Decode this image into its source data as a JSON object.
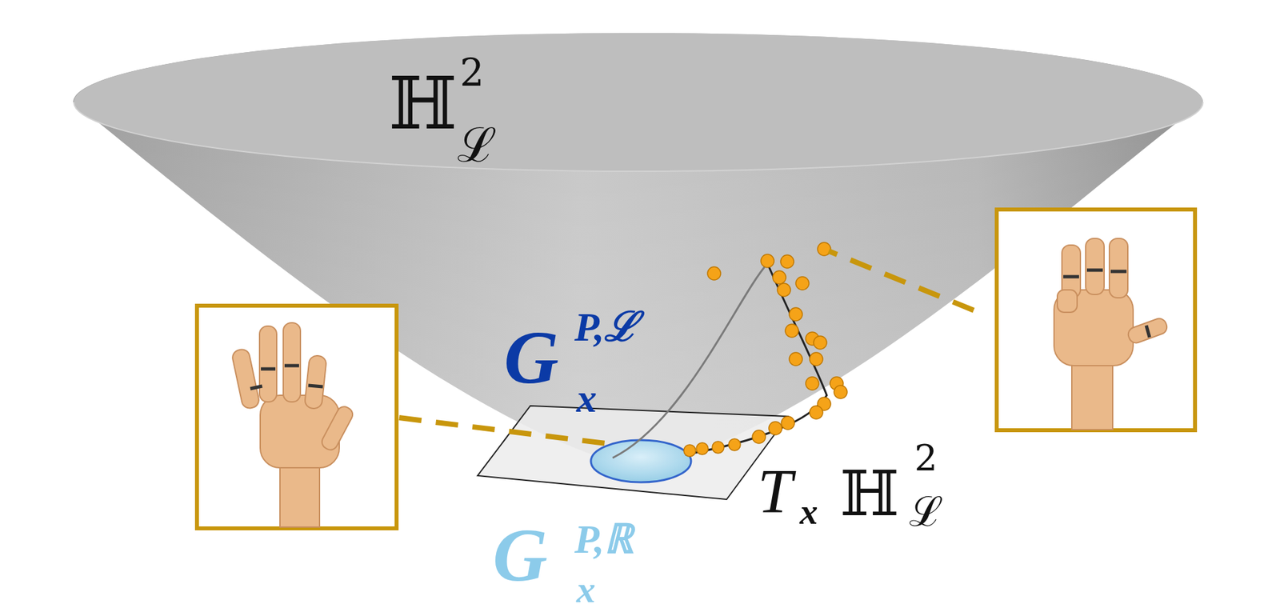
{
  "diagram": {
    "labels": [
      "ℍ",
      "2",
      "ℒ",
      "G",
      "P,ℒ",
      "x",
      "G",
      "P,ℝ",
      "x",
      "T",
      "x",
      "ℍ",
      "2",
      "ℒ"
    ]
  }
}
